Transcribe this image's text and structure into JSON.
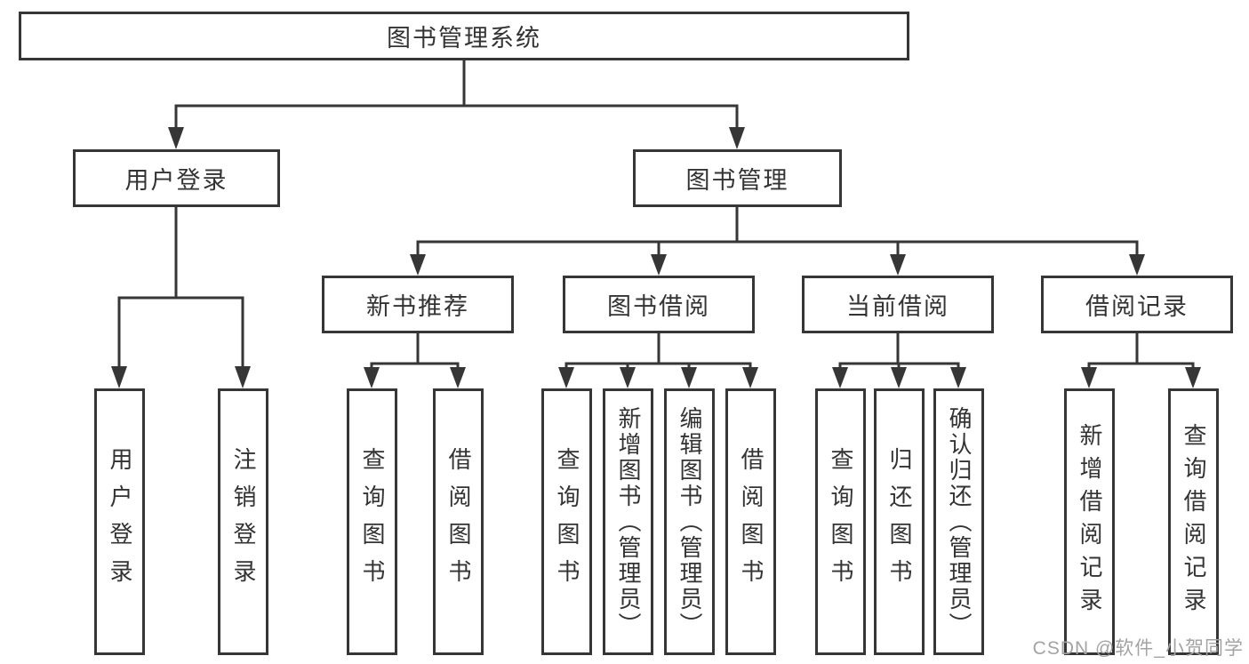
{
  "page": {
    "watermark": "CSDN @软件_小贺同学",
    "background_color": "#ffffff"
  },
  "colors": {
    "line": "#363636",
    "box_border": "#363636",
    "text": "#333333",
    "watermark_text": "#a3a3a3"
  },
  "diagram_type": "hierarchy-tree",
  "tree": {
    "root": {
      "label": "图书管理系统",
      "children": [
        {
          "label": "用户登录",
          "children": [
            {
              "label": "用户登录"
            },
            {
              "label": "注销登录"
            }
          ]
        },
        {
          "label": "图书管理",
          "children": [
            {
              "label": "新书推荐",
              "children": [
                {
                  "label": "查询图书"
                },
                {
                  "label": "借阅图书"
                }
              ]
            },
            {
              "label": "图书借阅",
              "children": [
                {
                  "label": "查询图书"
                },
                {
                  "label": "新增图书（管理员）"
                },
                {
                  "label": "编辑图书（管理员）"
                },
                {
                  "label": "借阅图书"
                }
              ]
            },
            {
              "label": "当前借阅",
              "children": [
                {
                  "label": "查询图书"
                },
                {
                  "label": "归还图书"
                },
                {
                  "label": "确认归还（管理员）"
                }
              ]
            },
            {
              "label": "借阅记录",
              "children": [
                {
                  "label": "新增借阅记录"
                },
                {
                  "label": "查询借阅记录"
                }
              ]
            }
          ]
        }
      ]
    }
  }
}
